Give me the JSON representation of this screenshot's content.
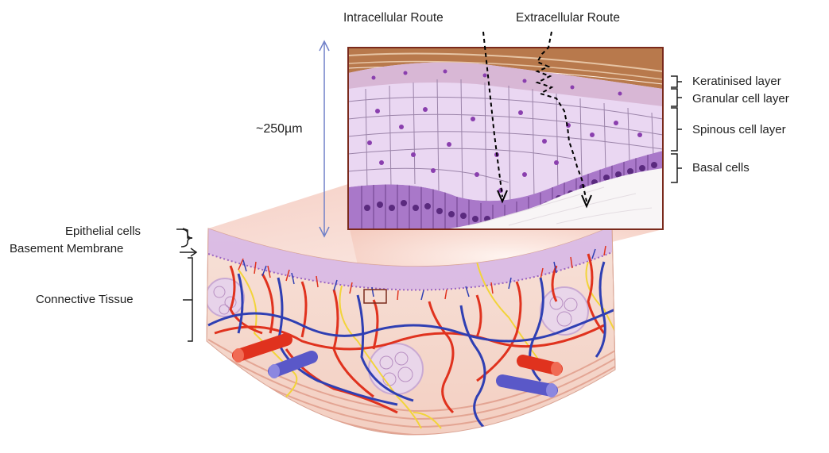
{
  "routes": {
    "intracellular": "Intracellular Route",
    "extracellular": "Extracellular Route"
  },
  "scale_label": "~250µm",
  "layers": {
    "keratinised": "Keratinised layer",
    "granular": "Granular cell layer",
    "spinous": "Spinous cell layer",
    "basal": "Basal cells"
  },
  "tissue_labels": {
    "epithelial": "Epithelial cells",
    "basement": "Basement Membrane",
    "connective": "Connective Tissue"
  },
  "colors": {
    "artery": "#e0321e",
    "vein": "#2f3fb3",
    "nerve": "#f2d43a",
    "tissue": "#f7d9cf",
    "cell_cytoplasm": "#ead7f2",
    "cell_nucleus": "#8a3fae",
    "basal_cell": "#a978c9",
    "keratin": "#b8794c",
    "inset_border": "#7a2a1c",
    "scale_arrow": "#7080c8"
  }
}
